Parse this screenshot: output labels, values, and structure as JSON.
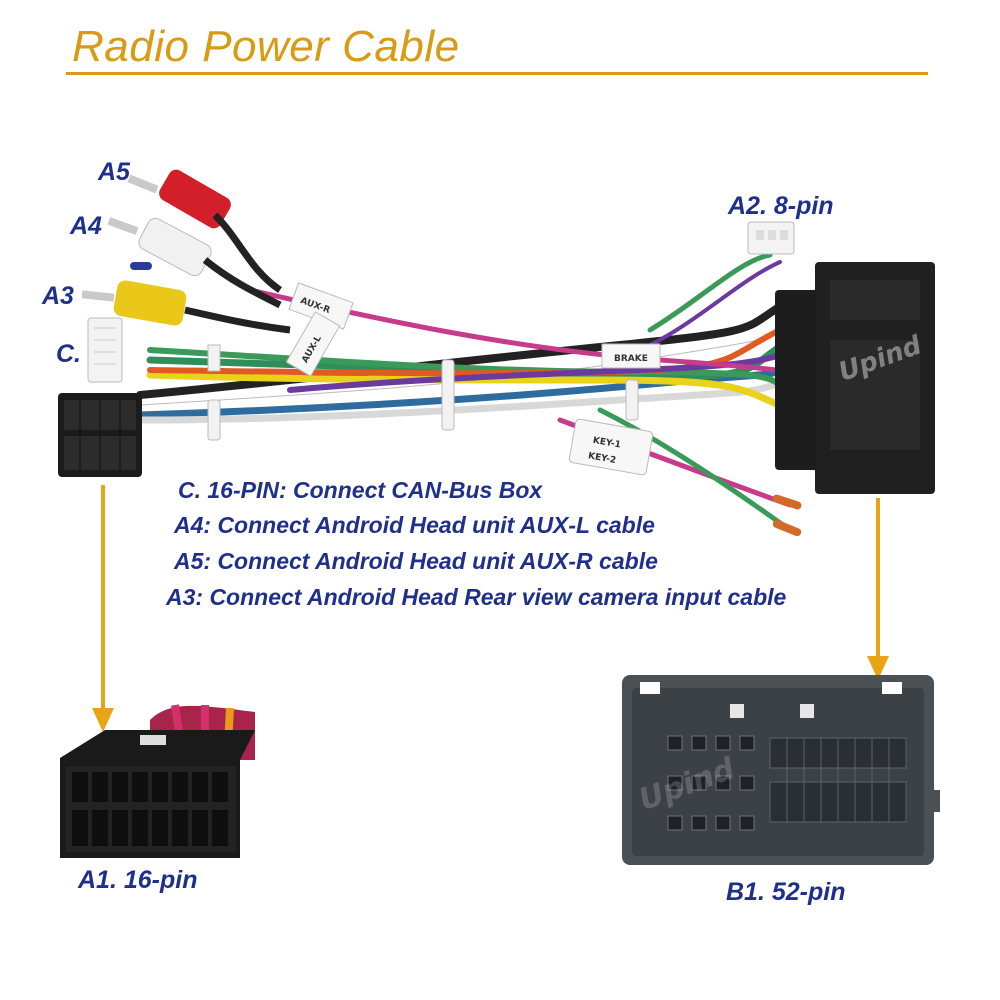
{
  "title": "Radio Power Cable",
  "labels": {
    "a5": "A5",
    "a4": "A4",
    "a3": "A3",
    "c": "C.",
    "a2": "A2. 8-pin",
    "a1": "A1. 16-pin",
    "b1": "B1. 52-pin"
  },
  "tags": {
    "aux_r": "AUX-R",
    "aux_l": "AUX-L",
    "brake": "BRAKE",
    "key1": "KEY-1",
    "key2": "KEY-2"
  },
  "notes": [
    "C. 16-PIN: Connect CAN-Bus Box",
    "A4: Connect Android Head unit AUX-L cable",
    "A5: Connect Android Head unit AUX-R cable",
    "A3: Connect Android Head Rear view camera input cable"
  ],
  "colors": {
    "title": "#d99a14",
    "label": "#1f2f8c",
    "arrow": "#e8a317"
  }
}
